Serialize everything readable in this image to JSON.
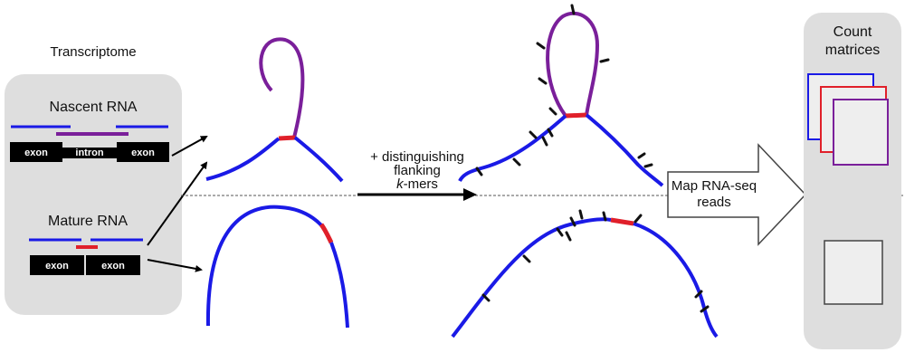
{
  "transcriptome": {
    "title": "Transcriptome",
    "nascent_label": "Nascent RNA",
    "mature_label": "Mature RNA",
    "exon_label": "exon",
    "intron_label": "intron"
  },
  "middle": {
    "line1": "+ distinguishing",
    "line2": "flanking",
    "line3_k": "k",
    "line3_rest": "-mers"
  },
  "mapping": {
    "line1": "Map RNA-seq",
    "line2": "reads"
  },
  "count_matrices": {
    "line1": "Count",
    "line2": "matrices"
  },
  "colors": {
    "exon_blue": "#1a1ae6",
    "intron_purple": "#7a1f9a",
    "junction_red": "#e0202a",
    "panel_gray": "#dedede"
  }
}
